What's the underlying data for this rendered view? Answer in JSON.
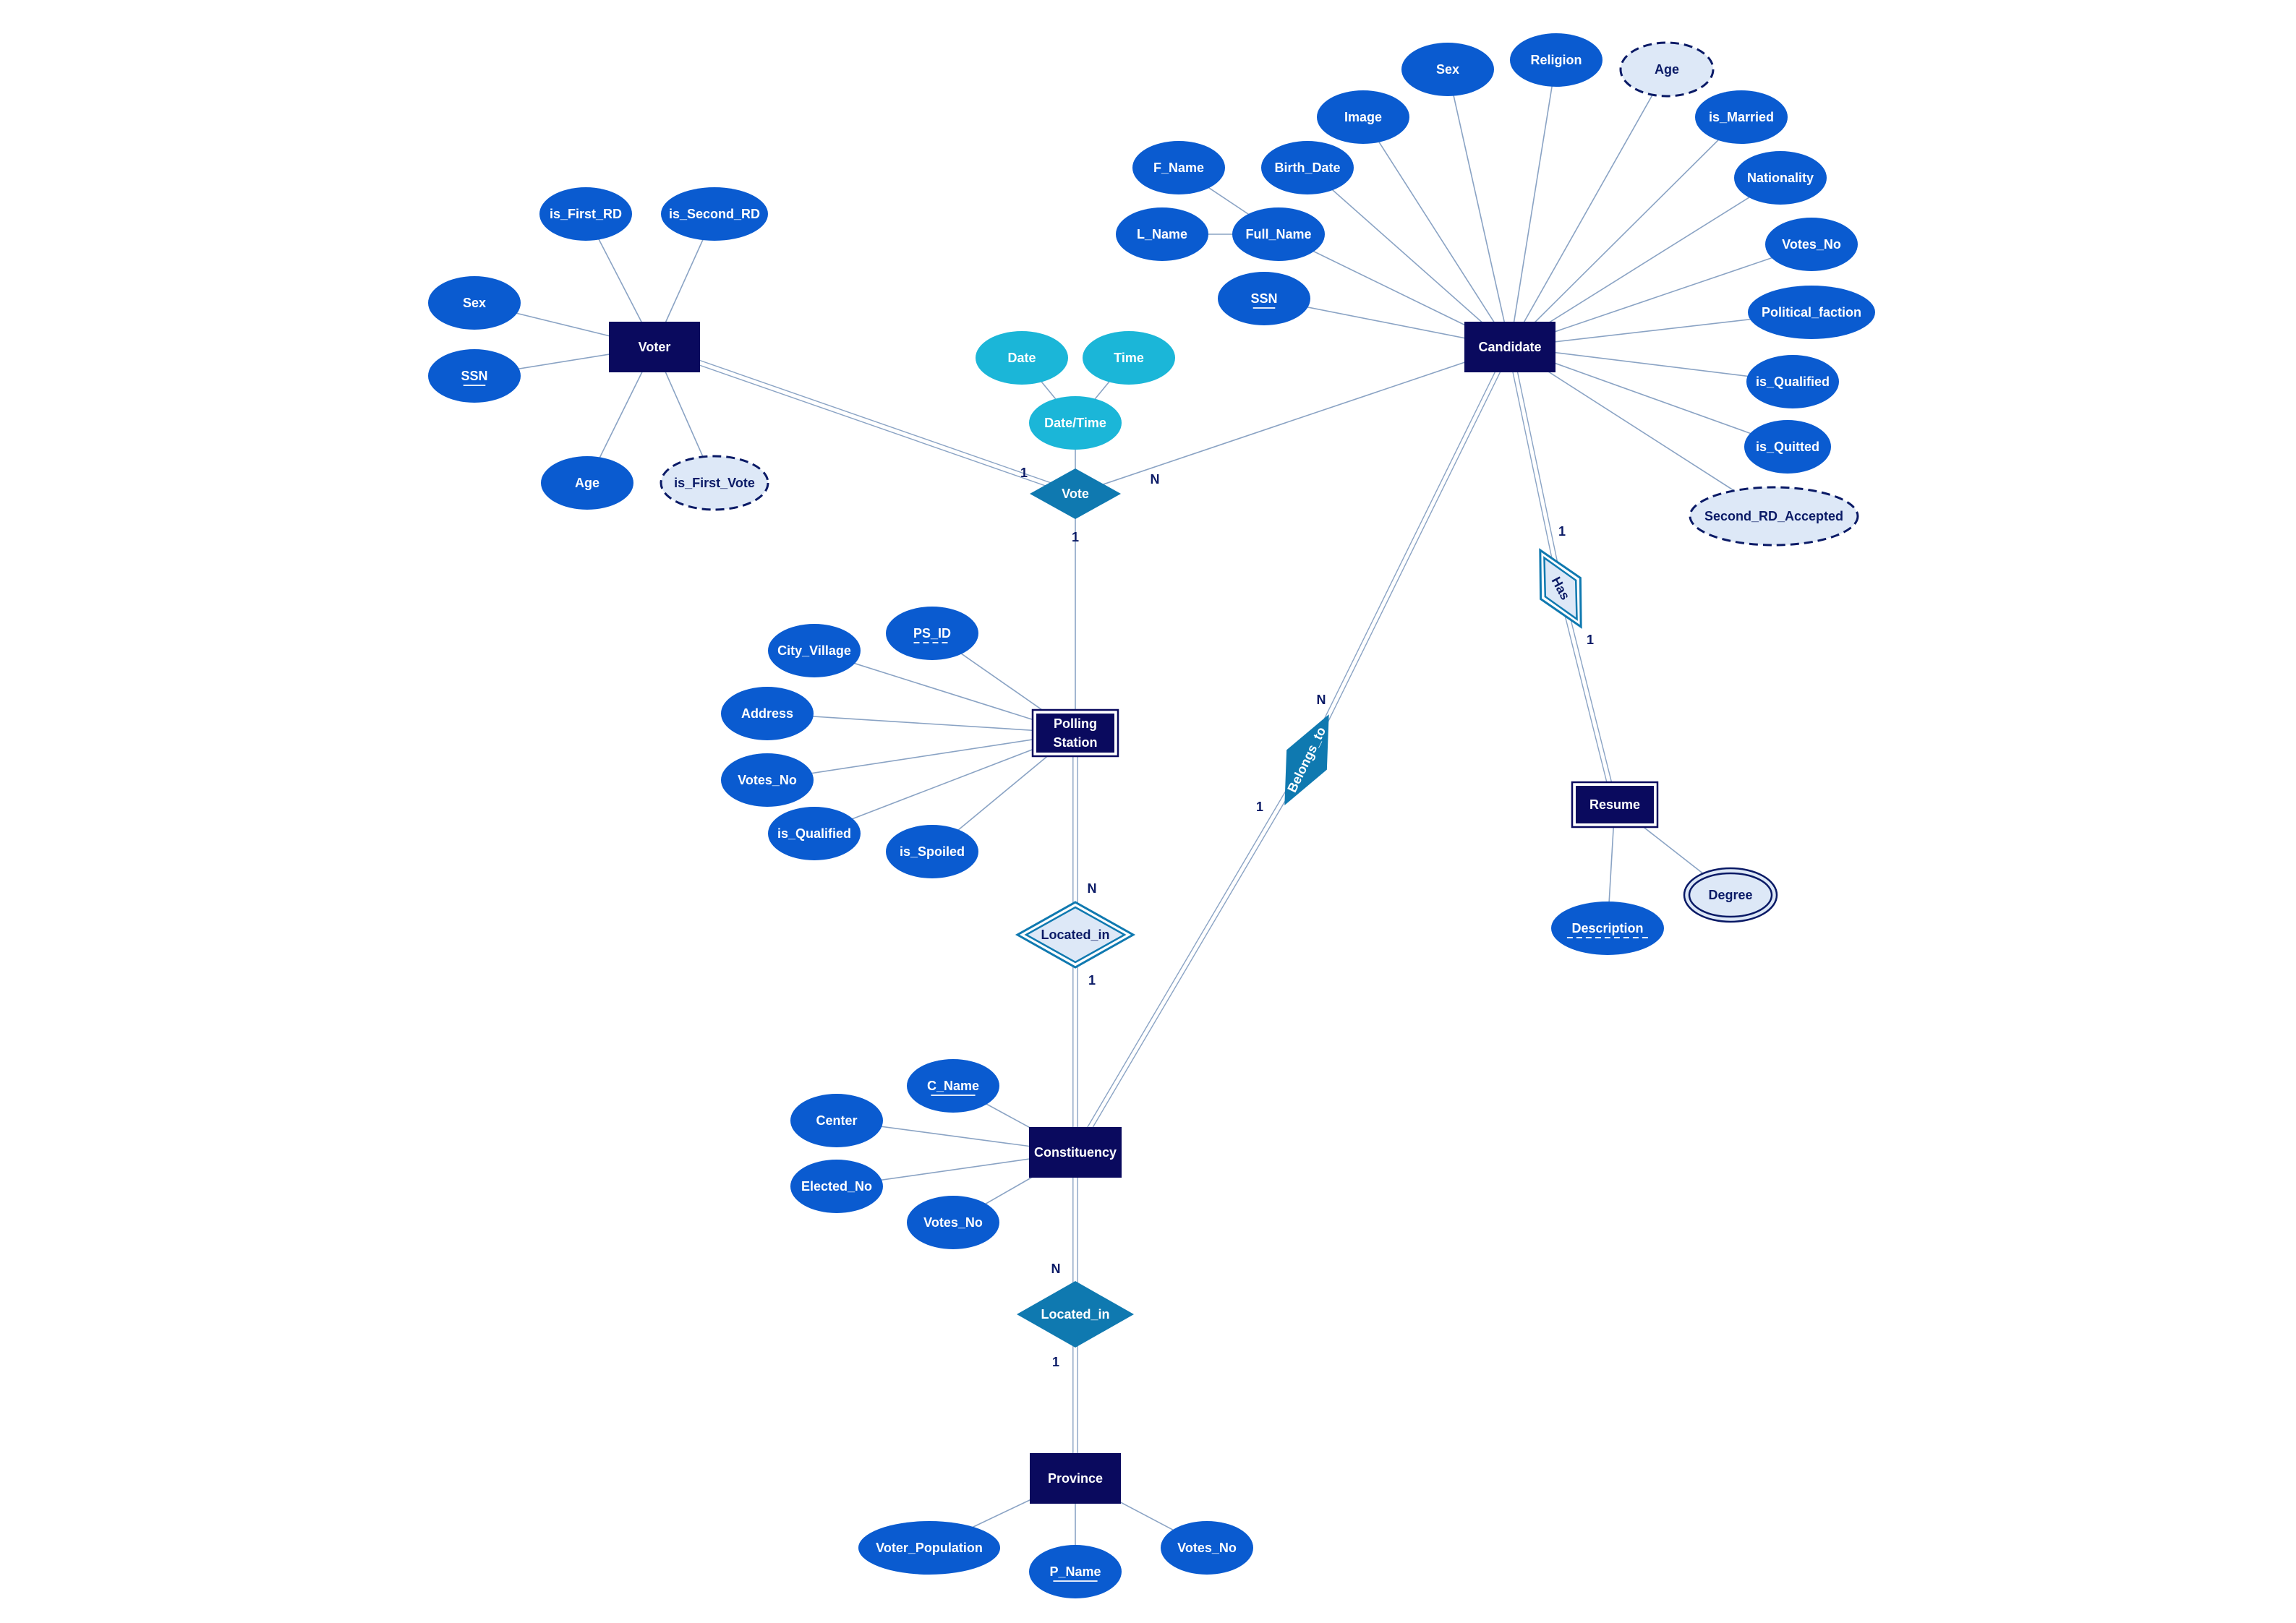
{
  "colors": {
    "entity": "#0a0a5e",
    "attribute": "#0a5bd0",
    "attribute_light": "#1bb6d8",
    "relationship": "#0f79b0",
    "derived_fill": "#dde8f7",
    "derived_stroke": "#0a1a66",
    "link": "#8aa3c4"
  },
  "entities": [
    {
      "id": "voter",
      "label": "Voter",
      "weak": false
    },
    {
      "id": "candidate",
      "label": "Candidate",
      "weak": false
    },
    {
      "id": "polling",
      "label": "Polling Station",
      "lines": [
        "Polling",
        "Station"
      ],
      "weak": true
    },
    {
      "id": "resume",
      "label": "Resume",
      "weak": true
    },
    {
      "id": "constituency",
      "label": "Constituency",
      "weak": false
    },
    {
      "id": "province",
      "label": "Province",
      "weak": false
    }
  ],
  "relationships": [
    {
      "id": "vote",
      "label": "Vote",
      "identifying": false
    },
    {
      "id": "belongs",
      "label": "Belongs_to",
      "identifying": false
    },
    {
      "id": "has",
      "label": "Has",
      "identifying": true
    },
    {
      "id": "located1",
      "label": "Located_in",
      "identifying": true
    },
    {
      "id": "located2",
      "label": "Located_in",
      "identifying": false
    }
  ],
  "attributes": [
    {
      "id": "v_first_rd",
      "label": "is_First_RD",
      "owner": "voter",
      "kind": "normal"
    },
    {
      "id": "v_second_rd",
      "label": "is_Second_RD",
      "owner": "voter",
      "kind": "normal"
    },
    {
      "id": "v_sex",
      "label": "Sex",
      "owner": "voter",
      "kind": "normal"
    },
    {
      "id": "v_ssn",
      "label": "SSN",
      "owner": "voter",
      "kind": "key"
    },
    {
      "id": "v_age",
      "label": "Age",
      "owner": "voter",
      "kind": "normal"
    },
    {
      "id": "v_first_vote",
      "label": "is_First_Vote",
      "owner": "voter",
      "kind": "derived"
    },
    {
      "id": "vt_date",
      "label": "Date",
      "owner": "vt_datetime",
      "kind": "light"
    },
    {
      "id": "vt_time",
      "label": "Time",
      "owner": "vt_datetime",
      "kind": "light"
    },
    {
      "id": "vt_datetime",
      "label": "Date/Time",
      "owner": "vote",
      "kind": "light"
    },
    {
      "id": "c_image",
      "label": "Image",
      "owner": "candidate",
      "kind": "normal"
    },
    {
      "id": "c_sex",
      "label": "Sex",
      "owner": "candidate",
      "kind": "normal"
    },
    {
      "id": "c_religion",
      "label": "Religion",
      "owner": "candidate",
      "kind": "normal"
    },
    {
      "id": "c_age",
      "label": "Age",
      "owner": "candidate",
      "kind": "derived"
    },
    {
      "id": "c_married",
      "label": "is_Married",
      "owner": "candidate",
      "kind": "normal"
    },
    {
      "id": "c_nationality",
      "label": "Nationality",
      "owner": "candidate",
      "kind": "normal"
    },
    {
      "id": "c_votes_no",
      "label": "Votes_No",
      "owner": "candidate",
      "kind": "normal"
    },
    {
      "id": "c_faction",
      "label": "Political_faction",
      "owner": "candidate",
      "kind": "normal"
    },
    {
      "id": "c_qualified",
      "label": "is_Qualified",
      "owner": "candidate",
      "kind": "normal"
    },
    {
      "id": "c_quitted",
      "label": "is_Quitted",
      "owner": "candidate",
      "kind": "normal"
    },
    {
      "id": "c_second_rd",
      "label": "Second_RD_Accepted",
      "owner": "candidate",
      "kind": "derived"
    },
    {
      "id": "c_ssn",
      "label": "SSN",
      "owner": "candidate",
      "kind": "key"
    },
    {
      "id": "c_birth",
      "label": "Birth_Date",
      "owner": "candidate",
      "kind": "normal"
    },
    {
      "id": "c_full_name",
      "label": "Full_Name",
      "owner": "candidate",
      "kind": "normal"
    },
    {
      "id": "c_f_name",
      "label": "F_Name",
      "owner": "c_full_name",
      "kind": "normal"
    },
    {
      "id": "c_l_name",
      "label": "L_Name",
      "owner": "c_full_name",
      "kind": "normal"
    },
    {
      "id": "r_description",
      "label": "Description",
      "owner": "resume",
      "kind": "partial"
    },
    {
      "id": "r_degree",
      "label": "Degree",
      "owner": "resume",
      "kind": "multivalued"
    },
    {
      "id": "p_ps_id",
      "label": "PS_ID",
      "owner": "polling",
      "kind": "partial"
    },
    {
      "id": "p_city",
      "label": "City_Village",
      "owner": "polling",
      "kind": "normal"
    },
    {
      "id": "p_address",
      "label": "Address",
      "owner": "polling",
      "kind": "normal"
    },
    {
      "id": "p_votes_no",
      "label": "Votes_No",
      "owner": "polling",
      "kind": "normal"
    },
    {
      "id": "p_qualified",
      "label": "is_Qualified",
      "owner": "polling",
      "kind": "normal"
    },
    {
      "id": "p_spoiled",
      "label": "is_Spoiled",
      "owner": "polling",
      "kind": "normal"
    },
    {
      "id": "k_c_name",
      "label": "C_Name",
      "owner": "constituency",
      "kind": "key"
    },
    {
      "id": "k_center",
      "label": "Center",
      "owner": "constituency",
      "kind": "normal"
    },
    {
      "id": "k_elected",
      "label": "Elected_No",
      "owner": "constituency",
      "kind": "normal"
    },
    {
      "id": "k_votes_no",
      "label": "Votes_No",
      "owner": "constituency",
      "kind": "normal"
    },
    {
      "id": "pr_pop",
      "label": "Voter_Population",
      "owner": "province",
      "kind": "normal"
    },
    {
      "id": "pr_name",
      "label": "P_Name",
      "owner": "province",
      "kind": "key"
    },
    {
      "id": "pr_votes_no",
      "label": "Votes_No",
      "owner": "province",
      "kind": "normal"
    }
  ],
  "links": [
    {
      "from": "voter",
      "to": "vote",
      "total": true,
      "cardinality": "1"
    },
    {
      "from": "candidate",
      "to": "vote",
      "total": false,
      "cardinality": "N"
    },
    {
      "from": "polling",
      "to": "vote",
      "total": false,
      "cardinality": "1"
    },
    {
      "from": "candidate",
      "to": "has",
      "total": true,
      "cardinality": "1"
    },
    {
      "from": "resume",
      "to": "has",
      "total": true,
      "cardinality": "1"
    },
    {
      "from": "candidate",
      "to": "belongs",
      "total": true,
      "cardinality": "N"
    },
    {
      "from": "constituency",
      "to": "belongs",
      "total": true,
      "cardinality": "1"
    },
    {
      "from": "polling",
      "to": "located1",
      "total": true,
      "cardinality": "N"
    },
    {
      "from": "constituency",
      "to": "located1",
      "total": true,
      "cardinality": "1"
    },
    {
      "from": "constituency",
      "to": "located2",
      "total": true,
      "cardinality": "N"
    },
    {
      "from": "province",
      "to": "located2",
      "total": true,
      "cardinality": "1"
    }
  ]
}
